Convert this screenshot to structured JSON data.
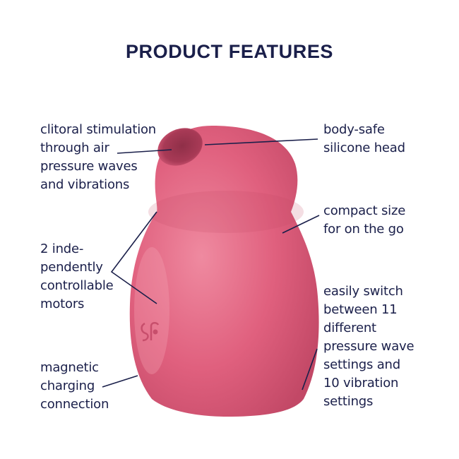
{
  "title": "PRODUCT FEATURES",
  "product": {
    "colors": {
      "body": "#e0607e",
      "highlight": "#ef8aa0",
      "shadow": "#c24866",
      "opening": "#8f2f48",
      "text": "#1a1f4a",
      "line": "#1a1f4a"
    },
    "logo_icon": "sf-logo-icon"
  },
  "features": {
    "left": [
      {
        "id": "air-pressure",
        "text": "clitoral stimulation\nthrough air\npressure waves\nand vibrations"
      },
      {
        "id": "motors",
        "text": "2 inde-\npendently\ncontrollable\nmotors"
      },
      {
        "id": "charging",
        "text": "magnetic\ncharging\nconnection"
      }
    ],
    "right": [
      {
        "id": "silicone",
        "text": "body-safe\nsilicone head"
      },
      {
        "id": "compact",
        "text": "compact size\nfor on the go"
      },
      {
        "id": "settings",
        "text": "easily switch\nbetween 11\ndifferent\npressure wave\nsettings and\n10 vibration\nsettings"
      }
    ]
  }
}
